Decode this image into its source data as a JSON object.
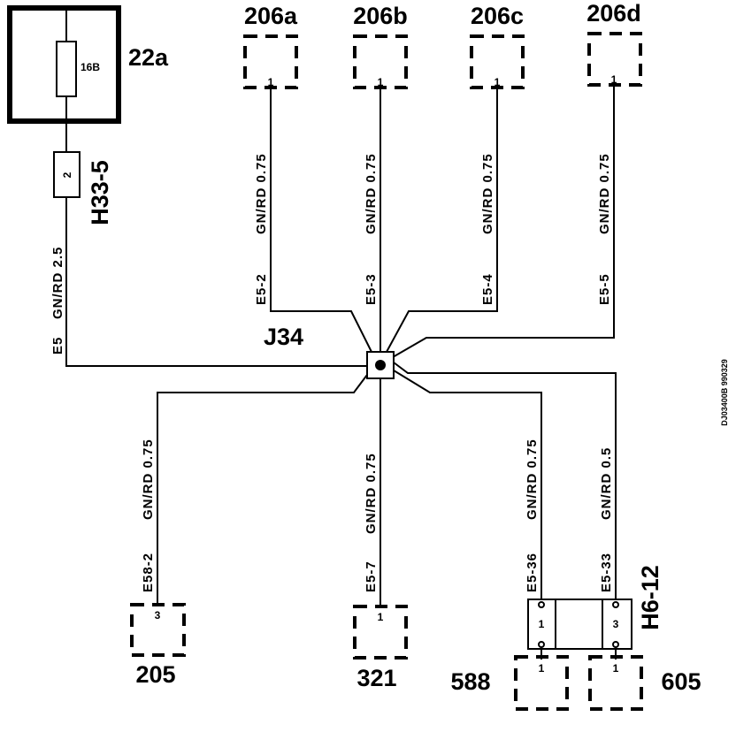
{
  "fuse": {
    "box_label": "22a",
    "rating": "16B"
  },
  "fuse_connector": {
    "label": "H33-5",
    "pin": "2"
  },
  "junction": {
    "label": "J34"
  },
  "top_connectors": [
    {
      "label": "206a",
      "pin": "1"
    },
    {
      "label": "206b",
      "pin": "1"
    },
    {
      "label": "206c",
      "pin": "1"
    },
    {
      "label": "206d",
      "pin": "1"
    }
  ],
  "bottom_connectors": [
    {
      "label": "205",
      "pin": "3"
    },
    {
      "label": "321",
      "pin": "1"
    },
    {
      "label": "588",
      "pin": "1"
    },
    {
      "label": "605",
      "pin": "1"
    }
  ],
  "h6": {
    "label": "H6-12",
    "pin_left": "1",
    "pin_right": "3"
  },
  "wires": {
    "e5": {
      "id": "E5",
      "spec": "GN/RD 2.5"
    },
    "e5_2": {
      "id": "E5-2",
      "spec": "GN/RD 0.75"
    },
    "e5_3": {
      "id": "E5-3",
      "spec": "GN/RD 0.75"
    },
    "e5_4": {
      "id": "E5-4",
      "spec": "GN/RD 0.75"
    },
    "e5_5": {
      "id": "E5-5",
      "spec": "GN/RD 0.75"
    },
    "e58_2": {
      "id": "E58-2",
      "spec": "GN/RD 0.75"
    },
    "e5_7": {
      "id": "E5-7",
      "spec": "GN/RD 0.75"
    },
    "e5_36": {
      "id": "E5-36",
      "spec": "GN/RD 0.75"
    },
    "e5_33": {
      "id": "E5-33",
      "spec": "GN/RD 0.5"
    }
  },
  "drawing_code": "DJ03400B 990329"
}
